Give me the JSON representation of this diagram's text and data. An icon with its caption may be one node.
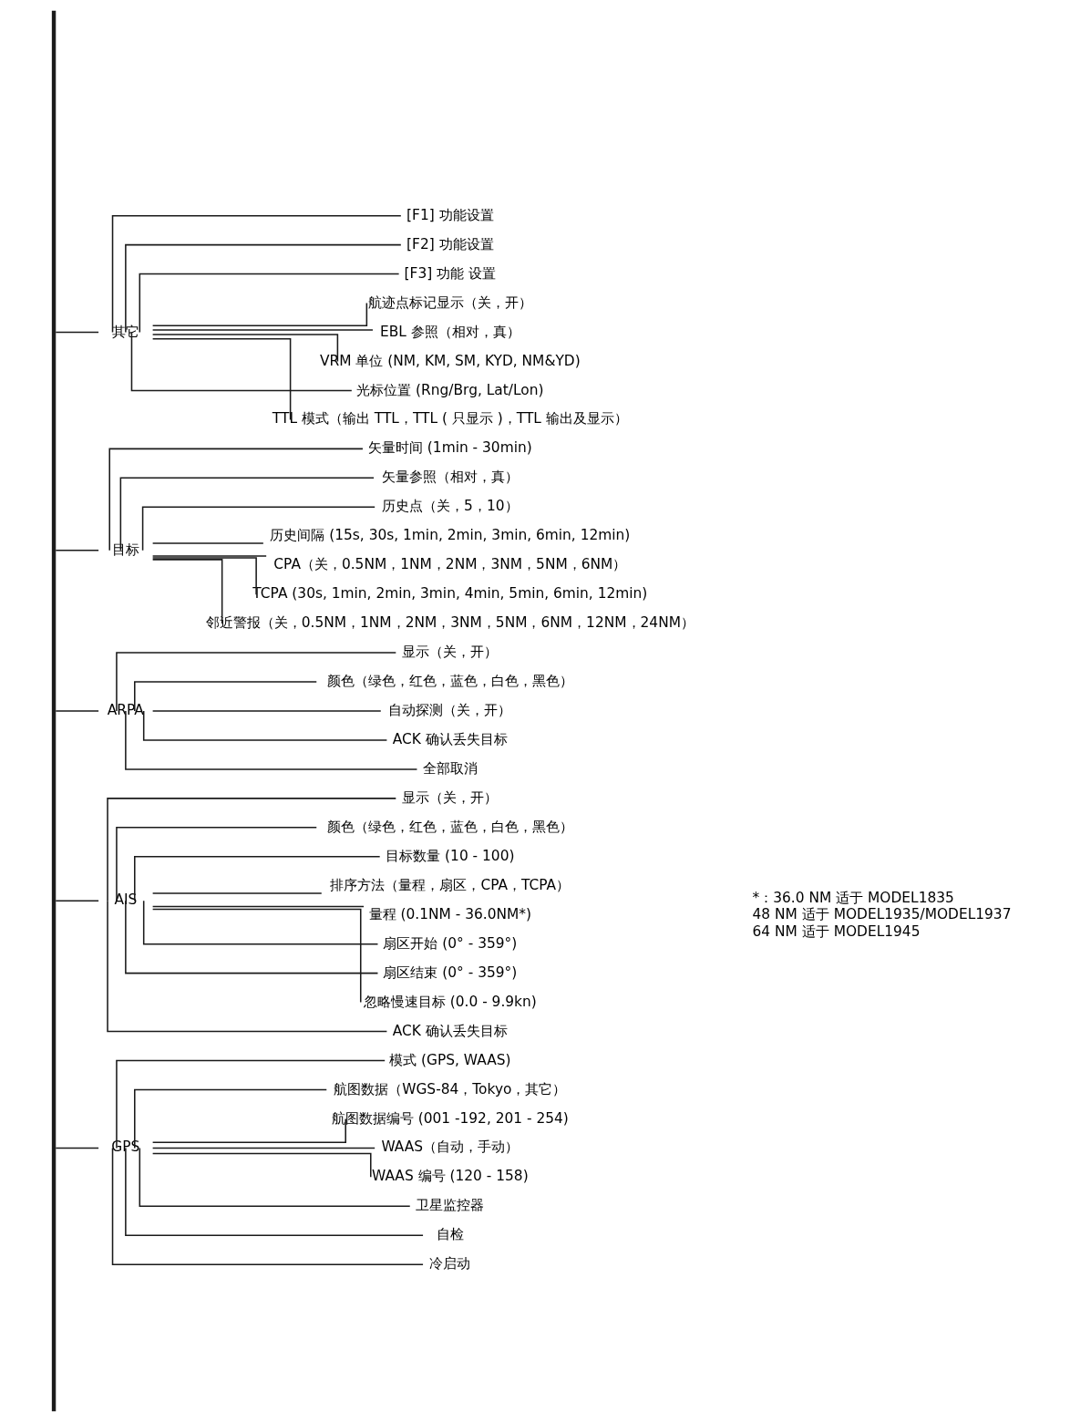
{
  "diagram": {
    "nodes": [
      {
        "text": [
          "其它"
        ]
      },
      {
        "text": [
          "[F1] 功能设置"
        ]
      },
      {
        "text": [
          "[F2] 功能设置"
        ]
      },
      {
        "text": [
          "[F3] 功能 设置"
        ]
      },
      {
        "text": [
          "航迹点标记显示（关，开）"
        ]
      },
      {
        "text": [
          "EBL 参照（相对，真）"
        ]
      },
      {
        "text": [
          "VRM 单位 (NM, KM, SM, KYD, NM&YD)"
        ]
      },
      {
        "text": [
          "光标位置 (Rng/Brg, Lat/Lon)"
        ]
      },
      {
        "text": [
          "TTL 模式（输出 TTL，TTL ( 只显示 )，TTL 输出及显示）"
        ]
      },
      {
        "text": [
          "目标"
        ]
      },
      {
        "text": [
          "矢量时间 (1min - 30min)"
        ]
      },
      {
        "text": [
          "矢量参照（相对，真）"
        ]
      },
      {
        "text": [
          "历史点（关，5，10）"
        ]
      },
      {
        "text": [
          "历史间隔 (15s, 30s, 1min, 2min, 3min, 6min, 12min)"
        ]
      },
      {
        "text": [
          "CPA（关，0.5NM，1NM，2NM，3NM，5NM，6NM）"
        ]
      },
      {
        "text": [
          "TCPA (30s, 1min, 2min, 3min, 4min, 5min, 6min, 12min)"
        ]
      },
      {
        "text": [
          "邻近警报（关，0.5NM，1NM，2NM，3NM，5NM，6NM，12NM，24NM）"
        ]
      },
      {
        "text": [
          "ARPA"
        ]
      },
      {
        "text": [
          "显示（关，开）"
        ]
      },
      {
        "text": [
          "颜色（绿色，红色，蓝色，白色，黑色）"
        ]
      },
      {
        "text": [
          "自动探测（关，开）"
        ]
      },
      {
        "text": [
          "ACK 确认丢失目标"
        ]
      },
      {
        "text": [
          "全部取消"
        ]
      },
      {
        "text": [
          "AIS"
        ]
      },
      {
        "text": [
          "显示（关，开）"
        ]
      },
      {
        "text": [
          "颜色（绿色，红色，蓝色，白色，黑色）"
        ]
      },
      {
        "text": [
          "目标数量 (10 - 100)"
        ]
      },
      {
        "text": [
          "排序方法（量程，扇区，CPA，TCPA）"
        ]
      },
      {
        "text": [
          "量程 (0.1NM - 36.0NM*)"
        ]
      },
      {
        "text": [
          "扇区开始 (0° - 359°)"
        ]
      },
      {
        "text": [
          "扇区结束 (0° - 359°)"
        ]
      },
      {
        "text": [
          "忽略慢速目标 (0.0 - 9.9kn)"
        ]
      },
      {
        "text": [
          "ACK 确认丢失目标"
        ]
      },
      {
        "text": [
          "GPS"
        ]
      },
      {
        "text": [
          "模式 (GPS, WAAS)"
        ]
      },
      {
        "text": [
          "航图数据（WGS-84，Tokyo，其它）"
        ]
      },
      {
        "text": [
          "航图数据编号 (001 -192, 201 - 254)"
        ]
      },
      {
        "text": [
          "WAAS（自动，手动）"
        ]
      },
      {
        "text": [
          "WAAS 编号 (120 - 158)"
        ]
      },
      {
        "text": [
          "卫星监控器"
        ]
      },
      {
        "text": [
          "自检"
        ]
      },
      {
        "text": [
          "冷启动"
        ]
      },
      {
        "text": [],
        "shape": "bar"
      }
    ],
    "edges": [
      {
        "from": 42,
        "to": 0,
        "arrow": "none"
      },
      {
        "from": 0,
        "to": 1,
        "arrow": "none"
      },
      {
        "from": 0,
        "to": 2,
        "arrow": "none"
      },
      {
        "from": 0,
        "to": 3,
        "arrow": "none"
      },
      {
        "from": 0,
        "to": 4,
        "arrow": "none"
      },
      {
        "from": 0,
        "to": 5,
        "arrow": "none"
      },
      {
        "from": 0,
        "to": 6,
        "arrow": "none"
      },
      {
        "from": 0,
        "to": 7,
        "arrow": "none"
      },
      {
        "from": 0,
        "to": 8,
        "arrow": "none"
      },
      {
        "from": 42,
        "to": 9,
        "arrow": "none"
      },
      {
        "from": 9,
        "to": 10,
        "arrow": "none"
      },
      {
        "from": 9,
        "to": 11,
        "arrow": "none"
      },
      {
        "from": 9,
        "to": 12,
        "arrow": "none"
      },
      {
        "from": 9,
        "to": 13,
        "arrow": "none"
      },
      {
        "from": 9,
        "to": 14,
        "arrow": "none"
      },
      {
        "from": 9,
        "to": 15,
        "arrow": "none"
      },
      {
        "from": 9,
        "to": 16,
        "arrow": "none"
      },
      {
        "from": 42,
        "to": 17,
        "arrow": "none"
      },
      {
        "from": 17,
        "to": 18,
        "arrow": "none"
      },
      {
        "from": 17,
        "to": 19,
        "arrow": "none"
      },
      {
        "from": 17,
        "to": 20,
        "arrow": "none"
      },
      {
        "from": 17,
        "to": 21,
        "arrow": "none"
      },
      {
        "from": 17,
        "to": 22,
        "arrow": "none"
      },
      {
        "from": 42,
        "to": 23,
        "arrow": "none"
      },
      {
        "from": 23,
        "to": 24,
        "arrow": "none"
      },
      {
        "from": 23,
        "to": 25,
        "arrow": "none"
      },
      {
        "from": 23,
        "to": 26,
        "arrow": "none"
      },
      {
        "from": 23,
        "to": 27,
        "arrow": "none"
      },
      {
        "from": 23,
        "to": 28,
        "arrow": "none"
      },
      {
        "from": 23,
        "to": 29,
        "arrow": "none"
      },
      {
        "from": 23,
        "to": 30,
        "arrow": "none"
      },
      {
        "from": 23,
        "to": 31,
        "arrow": "none"
      },
      {
        "from": 23,
        "to": 32,
        "arrow": "none"
      },
      {
        "from": 42,
        "to": 33,
        "arrow": "none"
      },
      {
        "from": 33,
        "to": 34,
        "arrow": "none"
      },
      {
        "from": 33,
        "to": 35,
        "arrow": "none"
      },
      {
        "from": 33,
        "to": 36,
        "arrow": "none"
      },
      {
        "from": 33,
        "to": 37,
        "arrow": "none"
      },
      {
        "from": 33,
        "to": 38,
        "arrow": "none"
      },
      {
        "from": 33,
        "to": 39,
        "arrow": "none"
      },
      {
        "from": 33,
        "to": 40,
        "arrow": "none"
      },
      {
        "from": 33,
        "to": 41,
        "arrow": "none"
      }
    ],
    "labels": [
      "*：36.0 NM 适于 MODEL1835",
      "48 NM 适于 MODEL1935/MODEL1937",
      "64 NM 适于 MODEL1945"
    ]
  }
}
